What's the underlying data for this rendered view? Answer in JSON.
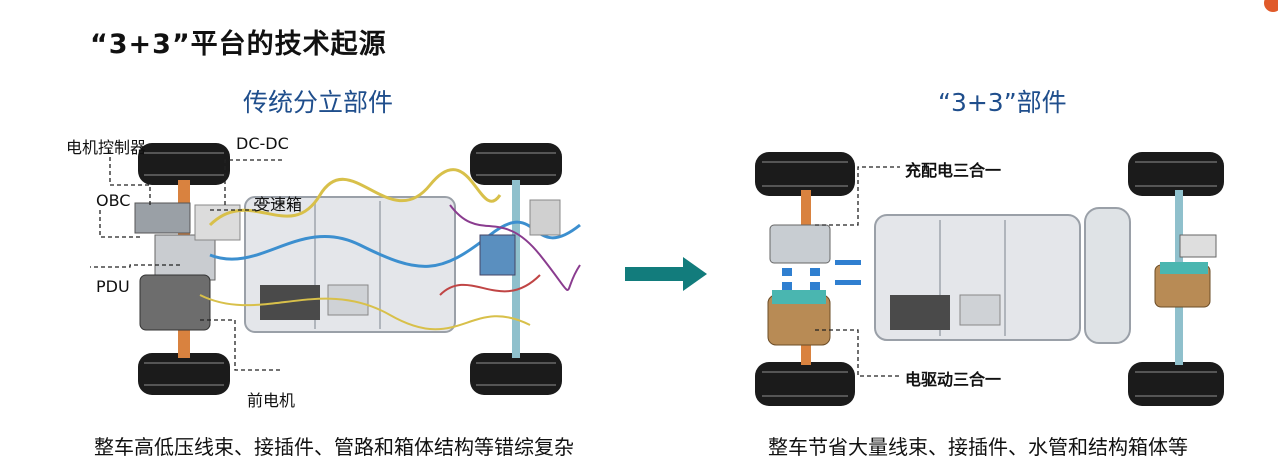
{
  "slide": {
    "title": "“3+3”平台的技术起源",
    "left": {
      "heading": "传统分立部件",
      "labels": {
        "motor_controller": "电机控制器",
        "dcdc": "DC-DC",
        "obc": "OBC",
        "gearbox": "变速箱",
        "pdu": "PDU",
        "front_motor": "前电机"
      },
      "caption": "整车高低压线束、接插件、管路和箱体结构等错综复杂"
    },
    "right": {
      "heading": "“3+3”部件",
      "labels": {
        "charging_unit": "充配电三合一",
        "drive_unit": "电驱动三合一"
      },
      "caption": "整车节省大量线束、接插件、水管和结构箱体等"
    },
    "colors": {
      "heading": "#1f4e8c",
      "arrow": "#127c7c",
      "accent": "#e05a2a"
    }
  }
}
